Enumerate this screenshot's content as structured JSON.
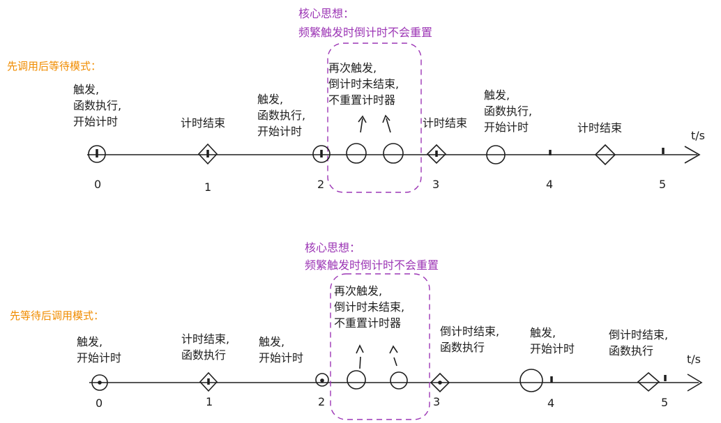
{
  "diagram1": {
    "mode_label": "先调用后等待模式：",
    "idea_title": "核心思想：",
    "idea_desc": "频繁触发时倒计时不会重置",
    "axis_unit": "t/s",
    "ticks": [
      "0",
      "1",
      "2",
      "3",
      "4",
      "5"
    ],
    "ann_0": "触发,\n函数执行,\n开始计时",
    "ann_1": "计时结束",
    "ann_2": "触发,\n函数执行,\n开始计时",
    "ann_box": "再次触发,\n倒计时未结束,\n不重置计时器",
    "ann_3": "计时结束",
    "ann_4": "触发,\n函数执行,\n开始计时",
    "ann_5": "计时结束"
  },
  "diagram2": {
    "mode_label": "先等待后调用模式：",
    "idea_title": "核心思想：",
    "idea_desc": "频繁触发时倒计时不会重置",
    "axis_unit": "t/s",
    "ticks": [
      "0",
      "1",
      "2",
      "3",
      "4",
      "5"
    ],
    "ann_0": "触发,\n开始计时",
    "ann_1": "计时结束,\n函数执行",
    "ann_2": "触发,\n开始计时",
    "ann_box": "再次触发,\n倒计时未结束,\n不重置计时器",
    "ann_3": "倒计时结束,\n函数执行",
    "ann_4": "触发,\n开始计时",
    "ann_5": "倒计时结束,\n函数执行"
  }
}
